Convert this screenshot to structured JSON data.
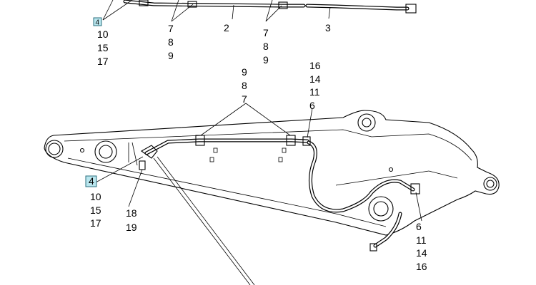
{
  "labels": {
    "top_group_left": [
      "10",
      "15",
      "17"
    ],
    "top_group_mid_a": [
      "7",
      "8",
      "9"
    ],
    "top_hose_2": "2",
    "top_group_mid_b": [
      "7",
      "8",
      "9"
    ],
    "top_hose_3": "3",
    "callout_top_above": [
      "9",
      "8",
      "7"
    ],
    "callout_fitting_above": [
      "16",
      "14",
      "11",
      "6"
    ],
    "callout_left_group": [
      "10",
      "15",
      "17"
    ],
    "callout_bracket": [
      "18",
      "19"
    ],
    "callout_right_below": [
      "6",
      "11",
      "14",
      "16"
    ]
  },
  "ref_boxes": {
    "top_box": "4",
    "main_box": "4"
  },
  "colors": {
    "ref_box_fill": "#b9e6ee",
    "line": "#000000"
  }
}
